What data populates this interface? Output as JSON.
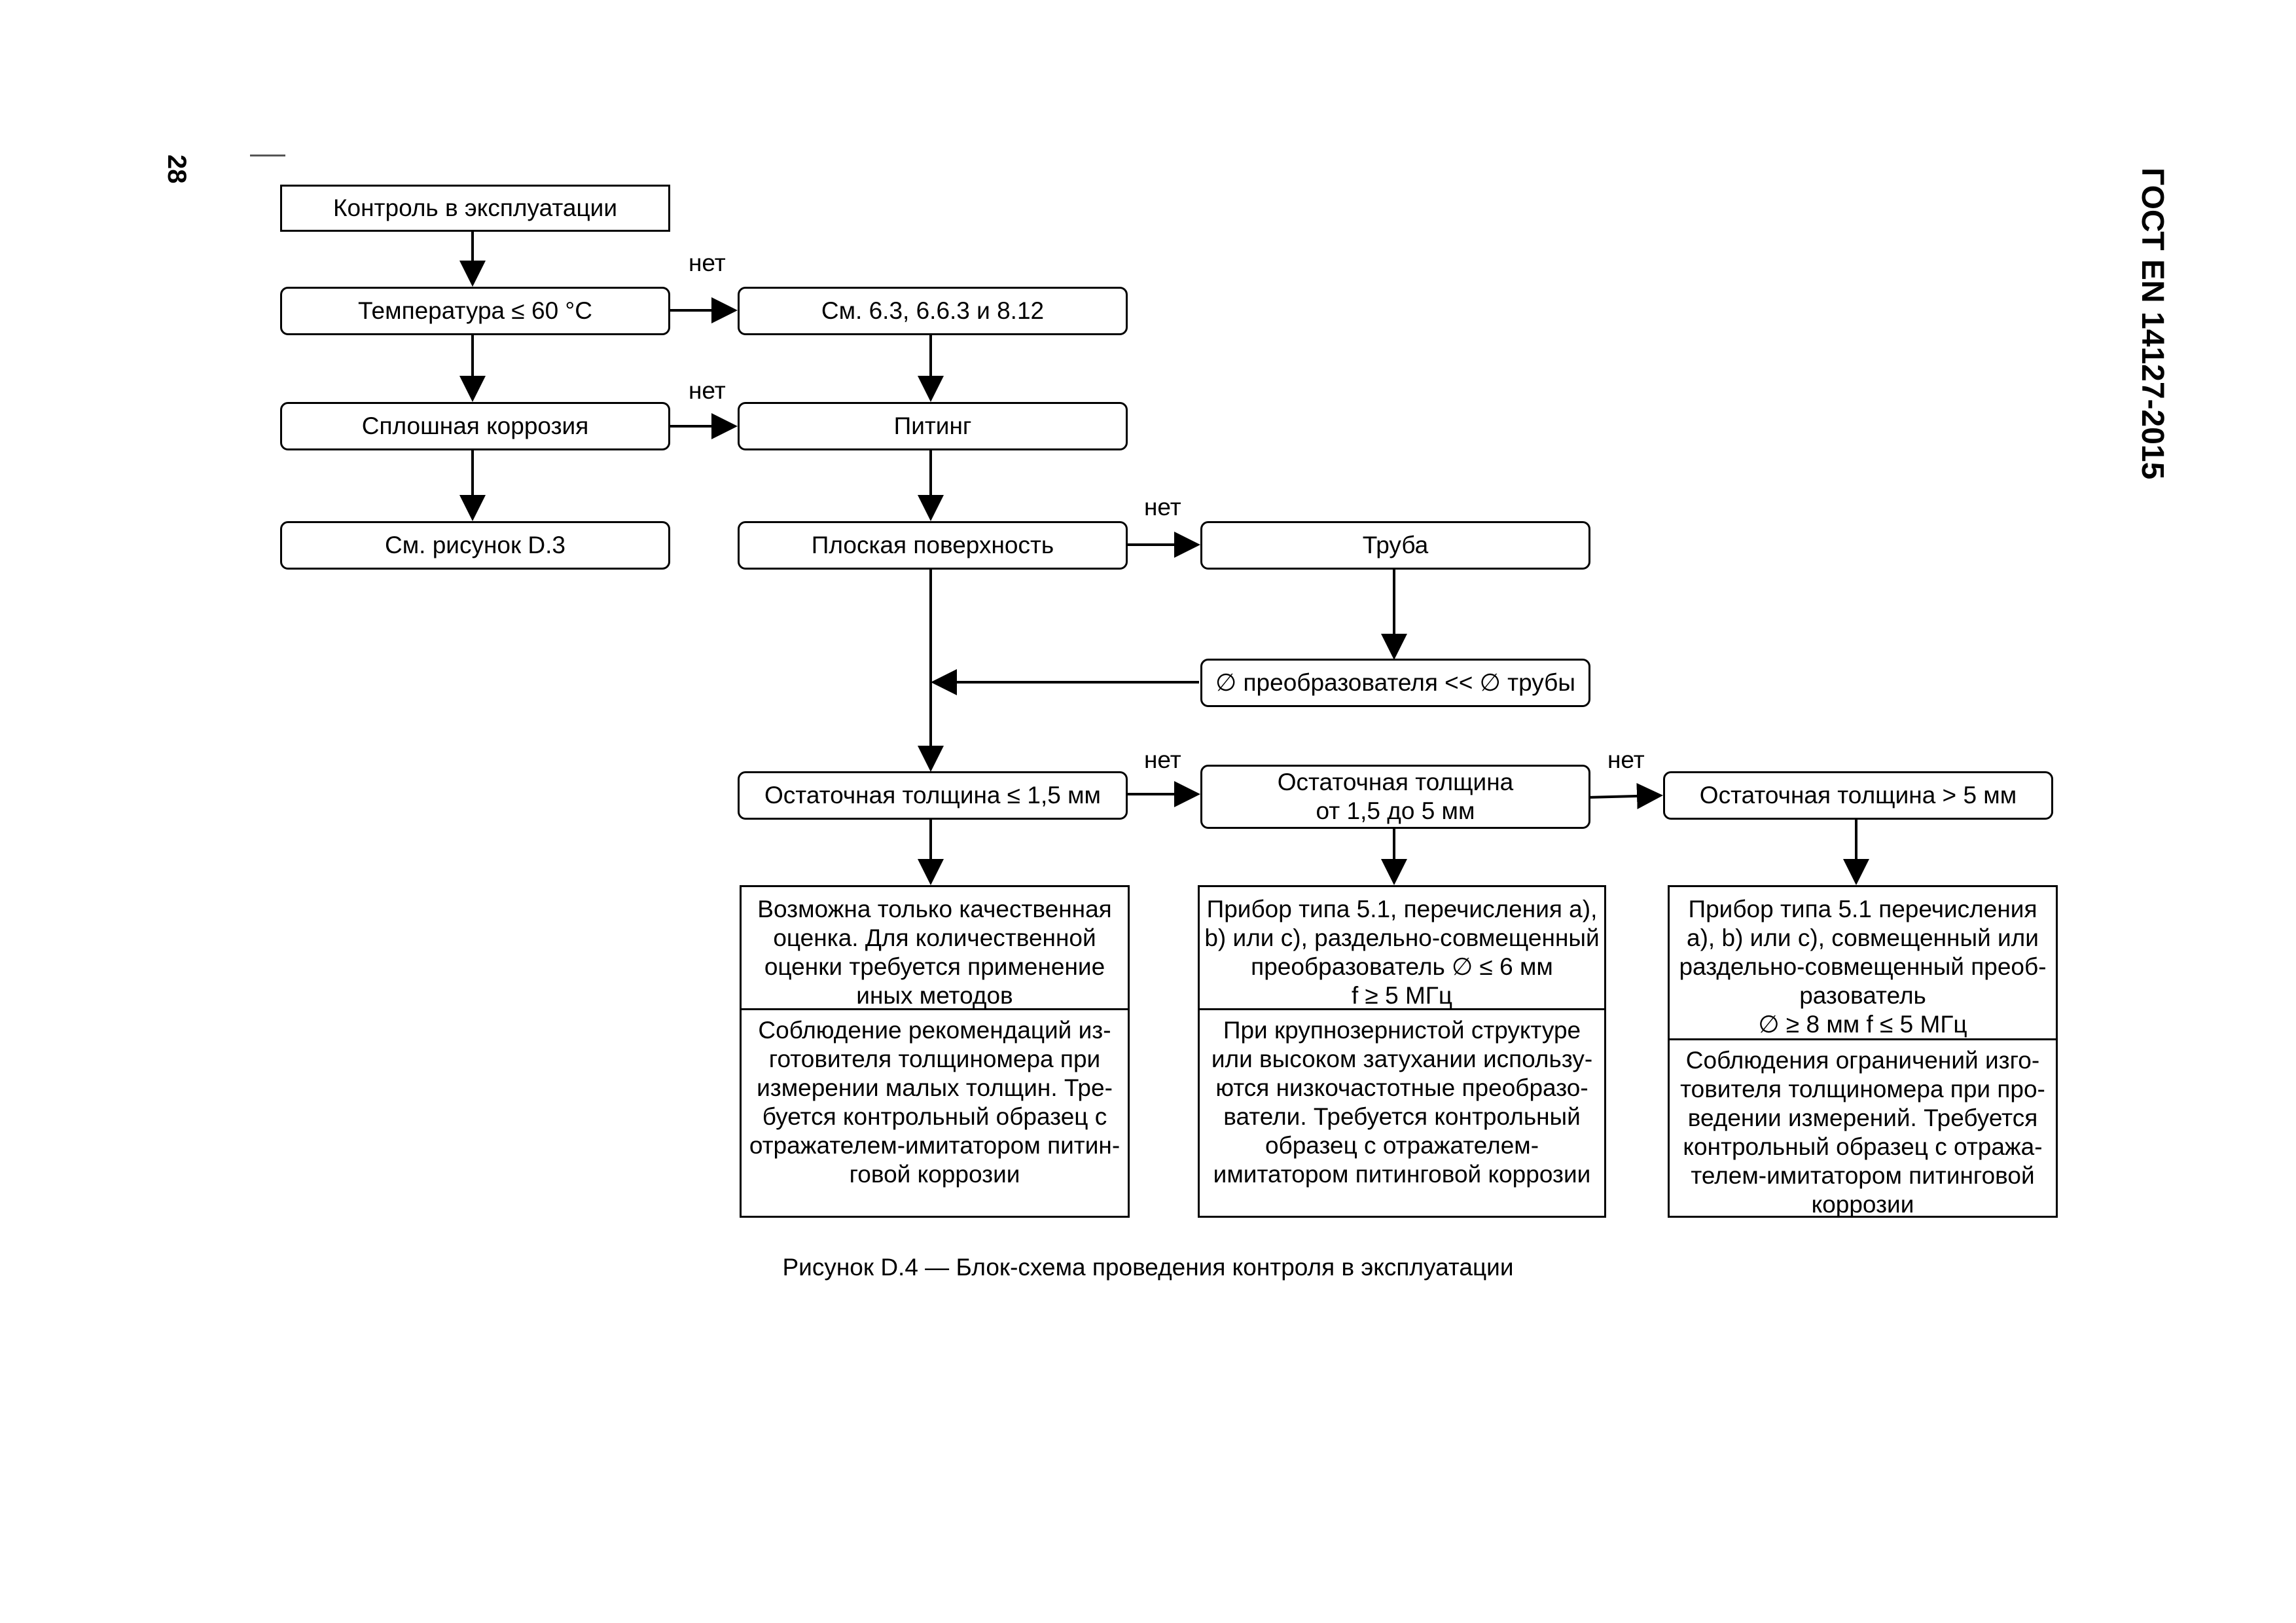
{
  "page": {
    "number": "28",
    "standard": "ГОСТ EN 14127-2015"
  },
  "flowchart": {
    "start": "Контроль в эксплуатации",
    "temperature": "Температура ≤ 60 °C",
    "see_sections": "См. 6.3, 6.6.3 и 8.12",
    "uniform_corrosion": "Сплошная коррозия",
    "pitting": "Питинг",
    "see_figure": "См. рисунок D.3",
    "flat_surface": "Плоская поверхность",
    "pipe": "Труба",
    "transducer_vs_pipe": "∅ преобразователя << ∅ трубы",
    "thickness_low": "Остаточная толщина  ≤ 1,5 мм",
    "thickness_mid": "Остаточная толщина\nот 1,5 до 5 мм",
    "thickness_high": "Остаточная толщина > 5 мм",
    "no_label": "нет",
    "col1_top": "Возможна только качественная\nоценка. Для количественной\nоценки требуется применение\nиных методов",
    "col1_bottom": "Соблюдение рекомендаций из-\nготовителя толщиномера при\nизмерении малых толщин. Тре-\nбуется контрольный образец с\nотражателем-имитатором питин-\nговой коррозии",
    "col2_top": "Прибор типа 5.1, перечисления a),\nb) или c), раздельно-совмещенный\nпреобразователь ∅ ≤ 6 мм\nf ≥ 5 МГц",
    "col2_bottom": "При крупнозернистой структуре\nили высоком затухании использу-\nются низкочастотные преобразо-\nватели. Требуется контрольный\nобразец с отражателем-\nимитатором питинговой коррозии",
    "col3_top": "Прибор типа 5.1 перечисления\na), b) или c), совмещенный или\nраздельно-совмещенный преоб-\nразователь\n∅ ≥ 8 мм f ≤ 5 МГц",
    "col3_bottom": "Соблюдения ограничений изго-\nтовителя толщиномера при про-\nведении измерений. Требуется\nконтрольный образец с отража-\nтелем-имитатором питинговой\nкоррозии"
  },
  "caption": "Рисунок D.4 — Блок-схема проведения контроля в эксплуатации"
}
